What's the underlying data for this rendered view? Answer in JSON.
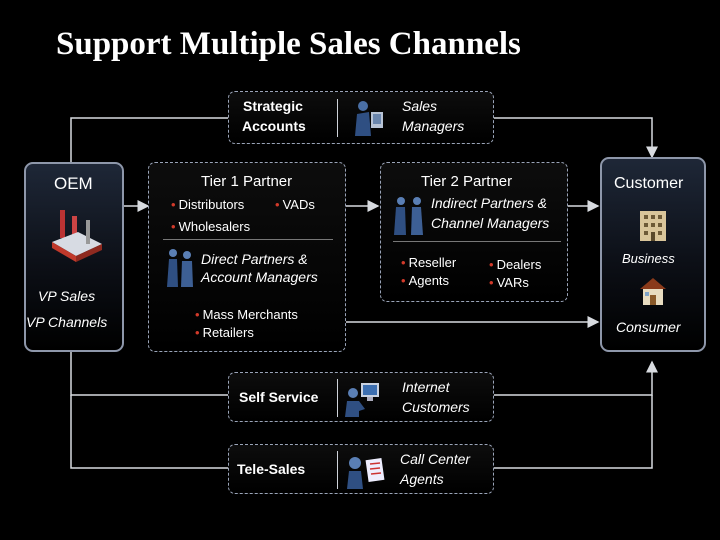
{
  "title": "Support Multiple Sales Channels",
  "oem": {
    "label": "OEM",
    "vp_sales": "VP Sales",
    "vp_channels": "VP Channels"
  },
  "customer": {
    "label": "Customer",
    "business": "Business",
    "consumer": "Consumer"
  },
  "strategic": {
    "label_line1": "Strategic",
    "label_line2": "Accounts",
    "role_line1": "Sales",
    "role_line2": "Managers"
  },
  "tier1": {
    "label": "Tier 1 Partner",
    "bullets": [
      "Distributors",
      "VADs",
      "Wholesalers"
    ],
    "role_line1": "Direct Partners &",
    "role_line2": "Account Managers",
    "bullets2": [
      "Mass Merchants",
      "Retailers"
    ]
  },
  "tier2": {
    "label": "Tier 2 Partner",
    "role_line1": "Indirect Partners &",
    "role_line2": "Channel Managers",
    "bullets": [
      "Reseller",
      "Agents",
      "Dealers",
      "VARs"
    ]
  },
  "self_service": {
    "label": "Self Service",
    "role_line1": "Internet",
    "role_line2": "Customers"
  },
  "tele_sales": {
    "label": "Tele-Sales",
    "role_line1": "Call Center",
    "role_line2": "Agents"
  },
  "colors": {
    "line": "#d8dbe0",
    "bullet": "#d23a2a",
    "panel_border": "#8e97aa"
  }
}
